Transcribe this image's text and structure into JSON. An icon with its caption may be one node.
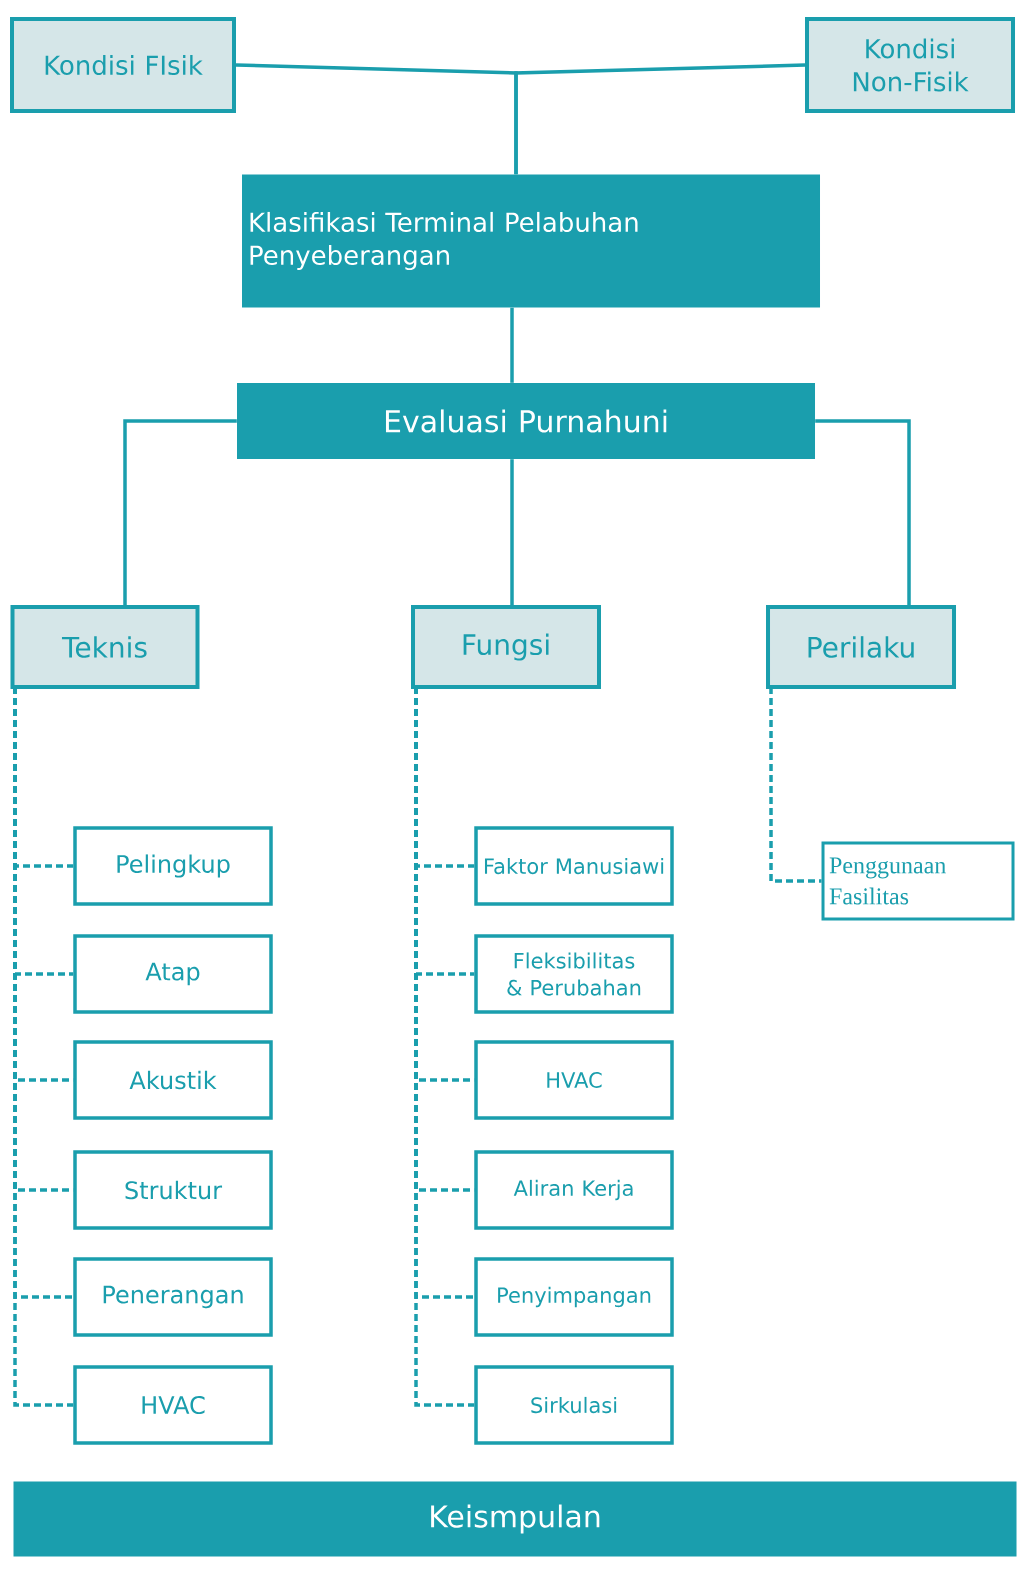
{
  "diagram": {
    "nodes": [
      {
        "text": [
          "Kondisi FIsik"
        ]
      },
      {
        "text": [
          "Kondisi Non-Fisik"
        ]
      },
      {
        "text": [
          "Klasifikasi Terminal Pelabuhan Penyeberangan"
        ]
      },
      {
        "text": [
          "Evaluasi Purnahuni"
        ]
      },
      {
        "text": [
          "Teknis"
        ]
      },
      {
        "text": [
          "Fungsi"
        ]
      },
      {
        "text": [
          "Perilaku"
        ]
      },
      {
        "text": [
          "Pelingkup"
        ]
      },
      {
        "text": [
          "Atap"
        ]
      },
      {
        "text": [
          "Akustik"
        ]
      },
      {
        "text": [
          "Struktur"
        ]
      },
      {
        "text": [
          "Penerangan"
        ]
      },
      {
        "text": [
          "HVAC"
        ]
      },
      {
        "text": [
          "Faktor Manusiawi"
        ]
      },
      {
        "text": [
          "Fleksibilitas & Perubahan"
        ]
      },
      {
        "text": [
          "HVAC"
        ]
      },
      {
        "text": [
          "Aliran Kerja"
        ]
      },
      {
        "text": [
          "Penyimpangan"
        ]
      },
      {
        "text": [
          "Sirkulasi"
        ]
      },
      {
        "text": [
          "Penggunaan Fasilitas"
        ]
      },
      {
        "text": [
          "Keismpulan"
        ]
      }
    ],
    "edges": [
      {
        "from": 0,
        "to": 2,
        "arrow": "none"
      },
      {
        "from": 1,
        "to": 2,
        "arrow": "none"
      },
      {
        "from": 2,
        "to": 3,
        "arrow": "none"
      },
      {
        "from": 3,
        "to": 4,
        "arrow": "none"
      },
      {
        "from": 3,
        "to": 5,
        "arrow": "none"
      },
      {
        "from": 3,
        "to": 6,
        "arrow": "none"
      },
      {
        "from": 4,
        "to": 7,
        "arrow": "none",
        "style": "dashed"
      },
      {
        "from": 4,
        "to": 8,
        "arrow": "none",
        "style": "dashed"
      },
      {
        "from": 4,
        "to": 9,
        "arrow": "none",
        "style": "dashed"
      },
      {
        "from": 4,
        "to": 10,
        "arrow": "none",
        "style": "dashed"
      },
      {
        "from": 4,
        "to": 11,
        "arrow": "none",
        "style": "dashed"
      },
      {
        "from": 4,
        "to": 12,
        "arrow": "none",
        "style": "dashed"
      },
      {
        "from": 5,
        "to": 13,
        "arrow": "none",
        "style": "dashed"
      },
      {
        "from": 5,
        "to": 14,
        "arrow": "none",
        "style": "dashed"
      },
      {
        "from": 5,
        "to": 15,
        "arrow": "none",
        "style": "dashed"
      },
      {
        "from": 5,
        "to": 16,
        "arrow": "none",
        "style": "dashed"
      },
      {
        "from": 5,
        "to": 17,
        "arrow": "none",
        "style": "dashed"
      },
      {
        "from": 5,
        "to": 18,
        "arrow": "none",
        "style": "dashed"
      },
      {
        "from": 6,
        "to": 19,
        "arrow": "none",
        "style": "dashed"
      }
    ]
  }
}
